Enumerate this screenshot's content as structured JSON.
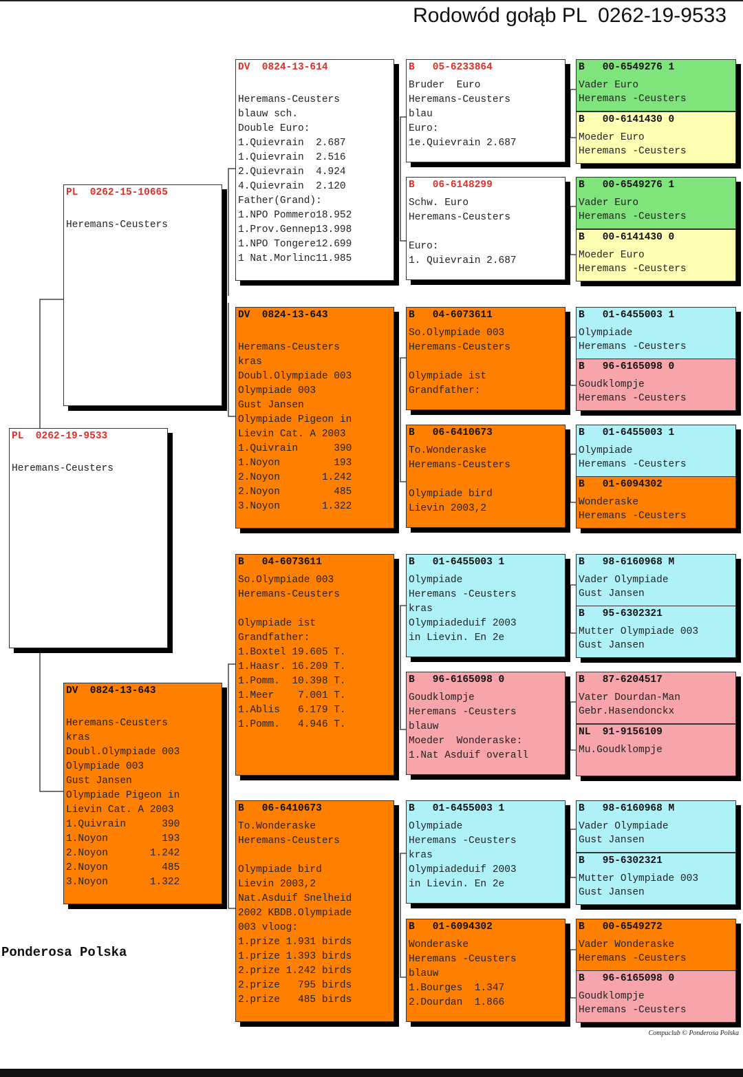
{
  "title": "Rodowód gołąb PL  0262-19-9533",
  "brand": "Ponderosa Polska",
  "copyright": "Compuclub © Ponderosa Polska",
  "colors": {
    "white": "#ffffff",
    "orange": "#ff8000",
    "green": "#7fe47b",
    "yellow": "#ffffb4",
    "cyan": "#aef2f8",
    "pink": "#f7a4aa",
    "red_header": "#e0302a",
    "black_header": "#111111"
  },
  "boxes": [
    {
      "id": "subject",
      "color": "white",
      "header": "PL  0262-19-9533",
      "lines": [
        "",
        "Heremans-Ceusters"
      ]
    },
    {
      "id": "father",
      "color": "white",
      "header": "PL  0262-15-10665",
      "lines": [
        "",
        "Heremans-Ceusters"
      ]
    },
    {
      "id": "mother",
      "color": "orange",
      "header": "DV  0824-13-643",
      "lines": [
        "",
        "Heremans-Ceusters",
        "kras",
        "Doubl.Olympiade 003",
        "Olympiade 003",
        "Gust Jansen",
        "Olympiade Pigeon in",
        "Lievin Cat. A 2003",
        "1.Quivrain      390",
        "1.Noyon         193",
        "2.Noyon       1.242",
        "2.Noyon         485",
        "3.Noyon       1.322"
      ]
    },
    {
      "id": "ff",
      "color": "white",
      "header": "DV  0824-13-614",
      "lines": [
        "",
        "Heremans-Ceusters",
        "blauw sch.",
        "Double Euro:",
        "1.Quievrain  2.687",
        "1.Quievrain  2.516",
        "2.Quievrain  4.924",
        "4.Quievrain  2.120",
        "Father(Grand):",
        "1.NPO Pommero18.952",
        "1.Prov.Gennep13.998",
        "1.NPO Tongere12.699",
        "1 Nat.Morlinc11.985"
      ]
    },
    {
      "id": "fm",
      "color": "orange",
      "header": "DV  0824-13-643",
      "lines": [
        "",
        "Heremans-Ceusters",
        "kras",
        "Doubl.Olympiade 003",
        "Olympiade 003",
        "Gust Jansen",
        "Olympiade Pigeon in",
        "Lievin Cat. A 2003",
        "1.Quivrain      390",
        "1.Noyon         193",
        "2.Noyon       1.242",
        "2.Noyon         485",
        "3.Noyon       1.322"
      ]
    },
    {
      "id": "mf",
      "color": "orange",
      "header": "B   04-6073611",
      "lines": [
        "So.Olympiade 003",
        "Heremans-Ceusters",
        "",
        "Olympiade ist",
        "Grandfather:",
        "1.Boxtel 19.605 T.",
        "1.Haasr. 16.209 T.",
        "1.Pomm.  10.398 T.",
        "1.Meer    7.001 T.",
        "1.Ablis   6.179 T.",
        "1.Pomm.   4.946 T."
      ]
    },
    {
      "id": "mm",
      "color": "orange",
      "header": "B   06-6410673",
      "lines": [
        "To.Wonderaske",
        "Heremans-Ceusters",
        "",
        "Olympiade bird",
        "Lievin 2003,2",
        "Nat.Asduif Snelheid",
        "2002 KBDB.Olympiade",
        "003 vloog:",
        "1.prize 1.931 birds",
        "1.prize 1.393 birds",
        "2.prize 1.242 birds",
        "2.prize   795 birds",
        "2.prize   485 birds"
      ]
    },
    {
      "id": "fff",
      "color": "white",
      "header": "B   05-6233864",
      "lines": [
        "Bruder  Euro",
        "Heremans-Ceusters",
        "blau",
        "Euro:",
        "1e.Quievrain 2.687"
      ]
    },
    {
      "id": "ffm",
      "color": "white",
      "header": "B   06-6148299",
      "lines": [
        "Schw. Euro",
        "Heremans-Ceusters",
        "",
        "Euro:",
        "1. Quievrain 2.687"
      ]
    },
    {
      "id": "fmf",
      "color": "orange",
      "header": "B   04-6073611",
      "lines": [
        "So.Olympiade 003",
        "Heremans-Ceusters",
        "",
        "Olympiade ist",
        "Grandfather:"
      ]
    },
    {
      "id": "fmm",
      "color": "orange",
      "header": "B   06-6410673",
      "lines": [
        "To.Wonderaske",
        "Heremans-Ceusters",
        "",
        "Olympiade bird",
        "Lievin 2003,2"
      ]
    },
    {
      "id": "mff",
      "color": "cyan",
      "header": "B   01-6455003 1",
      "lines": [
        "Olympiade",
        "Heremans -Ceusters",
        "kras",
        "Olympiadeduif 2003",
        "in Lievin. En 2e"
      ]
    },
    {
      "id": "mfm",
      "color": "pink",
      "header": "B   96-6165098 0",
      "lines": [
        "Goudklompje",
        "Heremans -Ceusters",
        "blauw",
        "Moeder  Wonderaske:",
        "1.Nat Asduif overall"
      ]
    },
    {
      "id": "mmf",
      "color": "cyan",
      "header": "B   01-6455003 1",
      "lines": [
        "Olympiade",
        "Heremans -Ceusters",
        "kras",
        "Olympiadeduif 2003",
        "in Lievin. En 2e"
      ]
    },
    {
      "id": "mmm",
      "color": "orange",
      "header": "B   01-6094302",
      "lines": [
        "Wonderaske",
        "Heremans -Ceusters",
        "blauw",
        "1.Bourges  1.347",
        "2.Dourdan  1.866"
      ]
    },
    {
      "id": "g4-1",
      "color": "green",
      "header": "B   00-6549276 1",
      "lines": [
        "Vader Euro",
        "Heremans -Ceusters"
      ]
    },
    {
      "id": "g4-2",
      "color": "yellow",
      "header": "B   00-6141430 0",
      "lines": [
        "Moeder Euro",
        "Heremans -Ceusters"
      ]
    },
    {
      "id": "g4-3",
      "color": "green",
      "header": "B   00-6549276 1",
      "lines": [
        "Vader Euro",
        "Heremans -Ceusters"
      ]
    },
    {
      "id": "g4-4",
      "color": "yellow",
      "header": "B   00-6141430 0",
      "lines": [
        "Moeder Euro",
        "Heremans -Ceusters"
      ]
    },
    {
      "id": "g4-5",
      "color": "cyan",
      "header": "B   01-6455003 1",
      "lines": [
        "Olympiade",
        "Heremans -Ceusters"
      ]
    },
    {
      "id": "g4-6",
      "color": "pink",
      "header": "B   96-6165098 0",
      "lines": [
        "Goudklompje",
        "Heremans -Ceusters"
      ]
    },
    {
      "id": "g4-7",
      "color": "cyan",
      "header": "B   01-6455003 1",
      "lines": [
        "Olympiade",
        "Heremans -Ceusters"
      ]
    },
    {
      "id": "g4-8",
      "color": "orange",
      "header": "B   01-6094302",
      "lines": [
        "Wonderaske",
        "Heremans -Ceusters"
      ]
    },
    {
      "id": "g4-9",
      "color": "cyan",
      "header": "B   98-6160968 M",
      "lines": [
        "Vader Olympiade",
        "Gust Jansen"
      ]
    },
    {
      "id": "g4-10",
      "color": "cyan",
      "header": "B   95-6302321",
      "lines": [
        "Mutter Olympiade 003",
        "Gust Jansen"
      ]
    },
    {
      "id": "g4-11",
      "color": "pink",
      "header": "B   87-6204517",
      "lines": [
        "Vater Dourdan-Man",
        "Gebr.Hasendonckx"
      ]
    },
    {
      "id": "g4-12",
      "color": "pink",
      "header": "NL  91-9156109",
      "lines": [
        "Mu.Goudklompje"
      ]
    },
    {
      "id": "g4-13",
      "color": "cyan",
      "header": "B   98-6160968 M",
      "lines": [
        "Vader Olympiade",
        "Gust Jansen"
      ]
    },
    {
      "id": "g4-14",
      "color": "cyan",
      "header": "B   95-6302321",
      "lines": [
        "Mutter Olympiade 003",
        "Gust Jansen"
      ]
    },
    {
      "id": "g4-15",
      "color": "orange",
      "header": "B   00-6549272",
      "lines": [
        "Vader Wonderaske",
        "Heremans -Ceusters"
      ]
    },
    {
      "id": "g4-16",
      "color": "pink",
      "header": "B   96-6165098 0",
      "lines": [
        "Goudklompje",
        "Heremans -Ceusters"
      ]
    }
  ]
}
